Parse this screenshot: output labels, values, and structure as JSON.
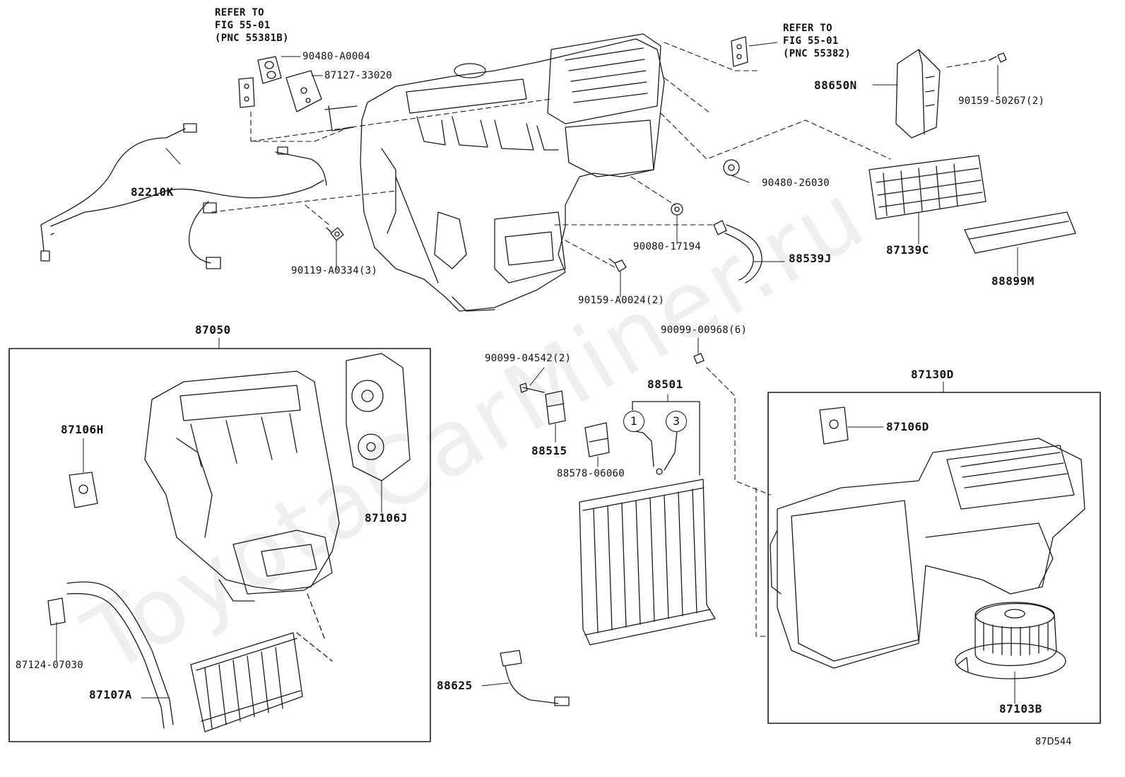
{
  "watermark": "ToyotaCarMiner.ru",
  "diagram_code": "87D544",
  "refer_left": {
    "line1": "REFER TO",
    "line2": "FIG 55-01",
    "line3": "(PNC 55381B)"
  },
  "refer_right": {
    "line1": "REFER TO",
    "line2": "FIG 55-01",
    "line3": "(PNC 55382)"
  },
  "parts": {
    "p90480a0004": "90480-A0004",
    "p8712733020": "87127-33020",
    "p82210k": "82210K",
    "p90119a0334": "90119-A0334(3)",
    "p90080_17194": "90080-17194",
    "p90159a0024": "90159-A0024(2)",
    "p88539j": "88539J",
    "p90480_26030": "90480-26030",
    "p88650n": "88650N",
    "p90159_50267": "90159-50267(2)",
    "p87139c": "87139C",
    "p88899m": "88899M",
    "p87050": "87050",
    "p87106h": "87106H",
    "p87106j": "87106J",
    "p8712407030": "87124-07030",
    "p87107a": "87107A",
    "p90099_04542": "90099-04542(2)",
    "p88515": "88515",
    "p88578_06060": "88578-06060",
    "p90099_00968": "90099-00968(6)",
    "p88501": "88501",
    "p88625": "88625",
    "p87130d": "87130D",
    "p87106d": "87106D",
    "p87103b": "87103B"
  },
  "callouts": {
    "c1": "1",
    "c3": "3"
  }
}
